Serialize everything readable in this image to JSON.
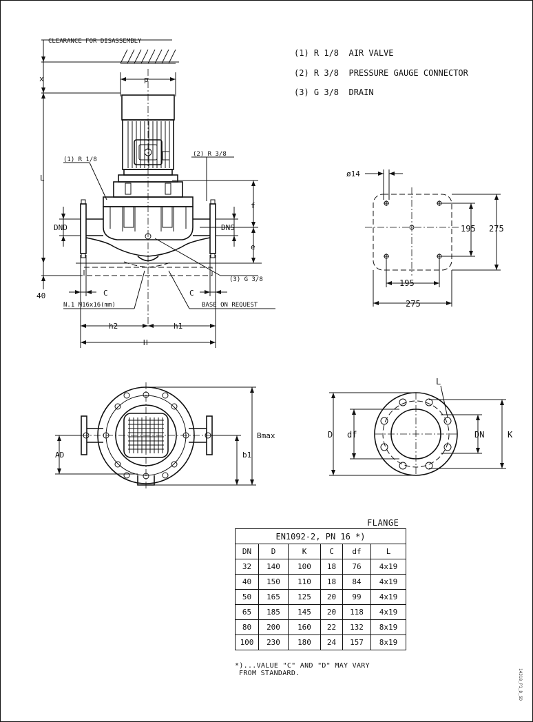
{
  "labels": {
    "clearance": "CLEARANCE FOR DISASSEMBLY",
    "x": "x",
    "p": "p",
    "L": "L",
    "f": "f",
    "e": "e",
    "DND": "DND",
    "DNS": "DNS",
    "c_left": "C",
    "c_right": "C",
    "dim_40": "40",
    "anchor": "N.1 M16x16(mm)",
    "base": "BASE ON REQUEST",
    "h2": "h2",
    "h1": "h1",
    "H": "H",
    "tag1": "(1) R 1/8",
    "tag2": "(2) R 3/8",
    "tag3": "(3) G 3/8",
    "AD": "AD",
    "Bmax": "Bmax",
    "b1": "b1",
    "D": "D",
    "df": "df",
    "DN": "DN",
    "K": "K",
    "L_flange": "L",
    "phi14": "ø14",
    "dim_195_v": "195",
    "dim_275_v": "275",
    "dim_195_h": "195",
    "dim_275_h": "275"
  },
  "legend": [
    "(1) R 1/8  AIR VALVE",
    "(2) R 3/8  PRESSURE GAUGE CONNECTOR",
    "(3) G 3/8  DRAIN"
  ],
  "flange_table": {
    "title": "FLANGE",
    "standard": "EN1092-2, PN 16 *)",
    "headers": [
      "DN",
      "D",
      "K",
      "C",
      "df",
      "L"
    ],
    "rows": [
      [
        "32",
        "140",
        "100",
        "18",
        "76",
        "4x19"
      ],
      [
        "40",
        "150",
        "110",
        "18",
        "84",
        "4x19"
      ],
      [
        "50",
        "165",
        "125",
        "20",
        "99",
        "4x19"
      ],
      [
        "65",
        "185",
        "145",
        "20",
        "118",
        "4x19"
      ],
      [
        "80",
        "200",
        "160",
        "22",
        "132",
        "8x19"
      ],
      [
        "100",
        "230",
        "180",
        "24",
        "157",
        "8x19"
      ]
    ],
    "note_line1": "*)...VALUE \"C\" AND \"D\" MAY VARY",
    "note_line2": "FROM STANDARD."
  },
  "side_code": "14318_P1_D_SD"
}
